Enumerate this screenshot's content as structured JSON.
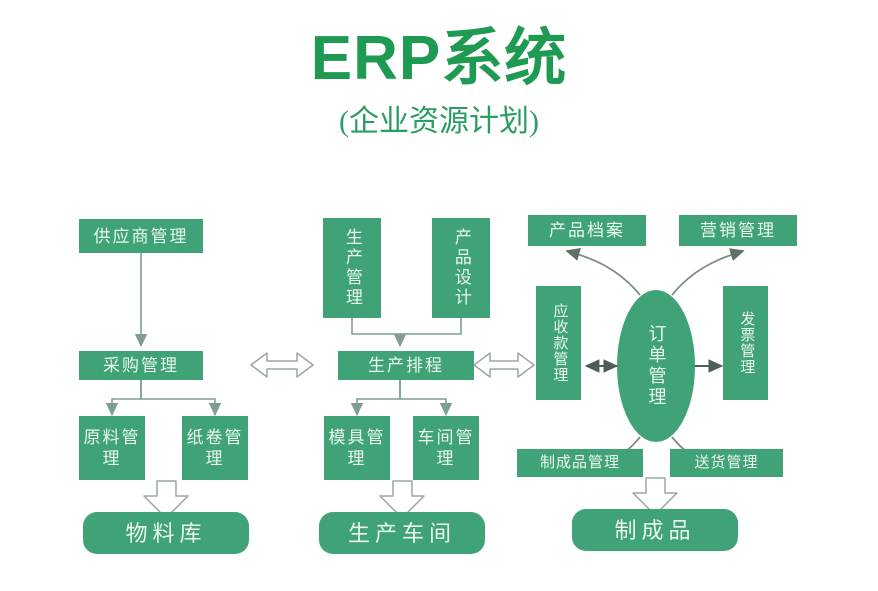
{
  "header": {
    "title": "ERP系统",
    "subtitle": "(企业资源计划)"
  },
  "theme": {
    "box_fill": "#3fa377",
    "box_text": "#eaf7ef",
    "title_color": "#1f9a52",
    "subtitle_color": "#2a9d63",
    "connector_color": "#8a9a93",
    "thin_arrow_color": "#7f9e8f",
    "background": "#ffffff"
  },
  "diagram": {
    "type": "flowchart",
    "columns": [
      {
        "name": "procurement-column",
        "nodes": [
          "供应商管理",
          "采购管理",
          "原料管理",
          "纸卷管理",
          "物料库"
        ]
      },
      {
        "name": "production-column",
        "nodes": [
          "生产管理",
          "产品设计",
          "生产排程",
          "模具管理",
          "车间管理",
          "生产车间"
        ]
      },
      {
        "name": "order-column",
        "nodes": [
          "产品档案",
          "营销管理",
          "应收款管理",
          "订单管理",
          "发票管理",
          "制成品管理",
          "送货管理",
          "制成品"
        ]
      }
    ],
    "nodes": {
      "supplier_management": "供应商管理",
      "purchase_management": "采购管理",
      "raw_material_management": "原料管理",
      "paper_roll_management": "纸卷管理",
      "material_warehouse": "物料库",
      "production_management": "生产管理",
      "product_design": "产品设计",
      "production_scheduling": "生产排程",
      "mold_management": "模具管理",
      "workshop_management": "车间管理",
      "production_workshop": "生产车间",
      "product_archive": "产品档案",
      "marketing_management": "营销管理",
      "receivables_management": "应收款管理",
      "order_management": "订单管理",
      "invoice_management": "发票管理",
      "finished_goods_management": "制成品管理",
      "delivery_management": "送货管理",
      "finished_goods": "制成品"
    },
    "edges": [
      {
        "from": "供应商管理",
        "to": "采购管理",
        "style": "thin-arrow"
      },
      {
        "from": "采购管理",
        "to": "原料管理",
        "style": "thin-arrow"
      },
      {
        "from": "采购管理",
        "to": "纸卷管理",
        "style": "thin-arrow"
      },
      {
        "from": "原料管理+纸卷管理",
        "to": "物料库",
        "style": "hollow-block-arrow"
      },
      {
        "from": "生产管理",
        "to": "生产排程",
        "style": "thin-arrow"
      },
      {
        "from": "产品设计",
        "to": "生产排程",
        "style": "thin-arrow"
      },
      {
        "from": "生产排程",
        "to": "模具管理",
        "style": "thin-arrow"
      },
      {
        "from": "生产排程",
        "to": "车间管理",
        "style": "thin-arrow"
      },
      {
        "from": "模具管理+车间管理",
        "to": "生产车间",
        "style": "hollow-block-arrow"
      },
      {
        "from": "采购管理",
        "to": "生产排程",
        "style": "hollow-double-arrow"
      },
      {
        "from": "生产排程",
        "to": "应收款管理",
        "style": "hollow-double-arrow"
      },
      {
        "from": "订单管理",
        "to": "应收款管理",
        "style": "solid-double-arrow"
      },
      {
        "from": "订单管理",
        "to": "发票管理",
        "style": "solid-arrow"
      },
      {
        "from": "订单管理",
        "to": "产品档案",
        "style": "curved-arrow"
      },
      {
        "from": "订单管理",
        "to": "营销管理",
        "style": "curved-arrow"
      },
      {
        "from": "订单管理",
        "to": "制成品管理",
        "style": "curved-arrow"
      },
      {
        "from": "订单管理",
        "to": "送货管理",
        "style": "curved-arrow"
      },
      {
        "from": "制成品管理+送货管理",
        "to": "制成品",
        "style": "hollow-block-arrow"
      }
    ]
  }
}
